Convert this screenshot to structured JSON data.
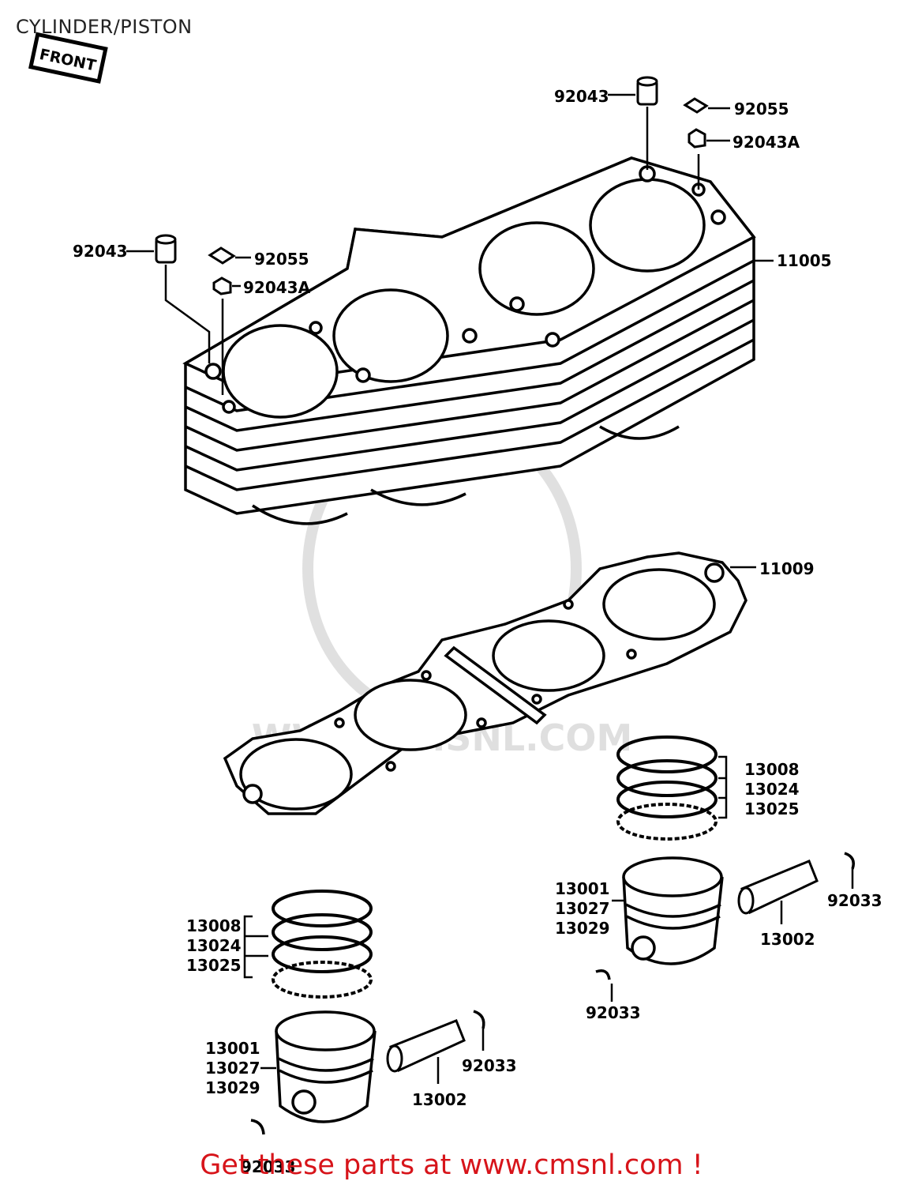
{
  "page": {
    "title": "CYLINDER/PISTON",
    "footer": "Get these parts at www.cmsnl.com !"
  },
  "badge": {
    "text": "FRONT"
  },
  "watermark": {
    "text": "WWW.CMSNL.COM"
  },
  "labels": {
    "p92043_top": "92043",
    "p92055_top": "92055",
    "p92043A_top": "92043A",
    "p92043_left": "92043",
    "p92055_left": "92055",
    "p92043A_left": "92043A",
    "p11005": "11005",
    "p11009": "11009",
    "rings_right": [
      "13008",
      "13024",
      "13025"
    ],
    "piston_right": [
      "13001",
      "13027",
      "13029"
    ],
    "pin_right": "13002",
    "clip_right_a": "92033",
    "clip_right_b": "92033",
    "rings_left": [
      "13008",
      "13024",
      "13025"
    ],
    "piston_left": [
      "13001",
      "13027",
      "13029"
    ],
    "pin_left": "13002",
    "clip_left_a": "92033",
    "clip_left_b": "92033"
  }
}
